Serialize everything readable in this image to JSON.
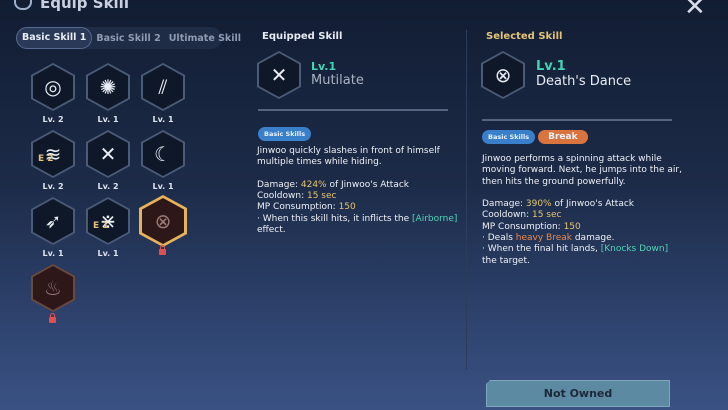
{
  "window": {
    "title": "Equip Skill",
    "close_icon": "close-icon"
  },
  "tabs": [
    {
      "label": "Basic Skill 1",
      "active": true
    },
    {
      "label": "Basic Skill 2"
    },
    {
      "label": "Ultimate Skill"
    }
  ],
  "skills": [
    {
      "icon": "swirl-icon",
      "glyph": "◎",
      "level": "Lv. 2"
    },
    {
      "icon": "burst-icon",
      "glyph": "✺",
      "level": "Lv. 1"
    },
    {
      "icon": "twin-blades-icon",
      "glyph": "⫽",
      "level": "Lv. 1"
    },
    {
      "icon": "claw-icon",
      "glyph": "≋",
      "level": "Lv. 2",
      "enhance": "E 2"
    },
    {
      "icon": "cross-slash-icon",
      "glyph": "✕",
      "level": "Lv. 2"
    },
    {
      "icon": "crescent-icon",
      "glyph": "☾",
      "level": "Lv. 1"
    },
    {
      "icon": "arrows-icon",
      "glyph": "➶",
      "level": "Lv. 1"
    },
    {
      "icon": "slashes-icon",
      "glyph": "⋇",
      "level": "Lv. 1",
      "enhance": "E 1"
    },
    {
      "icon": "spin-icon",
      "glyph": "⊗",
      "locked": true,
      "selected": true
    },
    {
      "icon": "eruption-icon",
      "glyph": "♨",
      "locked": true
    }
  ],
  "equipped": {
    "heading": "Equipped Skill",
    "level": "Lv.1",
    "name": "Mutilate",
    "badge": "Basic Skills",
    "description": "Jinwoo quickly slashes in front of himself multiple times while hiding.",
    "damage_label": "Damage: ",
    "damage_value": "424%",
    "damage_suffix": " of Jinwoo's Attack",
    "cooldown_label": "Cooldown: ",
    "cooldown_value": "15 sec",
    "mp_label": "MP Consumption: ",
    "mp_value": "150",
    "effect_pre": " · When this skill hits, it inflicts the ",
    "effect_hl": "[Airborne]",
    "effect_post": " effect."
  },
  "selected": {
    "heading": "Selected Skill",
    "level": "Lv.1",
    "name": "Death's Dance",
    "badge": "Basic Skills",
    "badge2": "Break",
    "description": "Jinwoo performs a spinning attack while moving forward. Next, he jumps into the air, then hits the ground powerfully.",
    "damage_label": "Damage: ",
    "damage_value": "390%",
    "damage_suffix": " of Jinwoo's Attack",
    "cooldown_label": "Cooldown: ",
    "cooldown_value": "15 sec",
    "mp_label": "MP Consumption: ",
    "mp_value": "150",
    "b1_pre": " · Deals ",
    "b1_hl": "heavy Break",
    "b1_post": " damage.",
    "b2_pre": " · When the final hit lands, ",
    "b2_hl": "[Knocks Down]",
    "b2_post": " the target."
  },
  "action": {
    "label": "Not Owned"
  },
  "colors": {
    "level": "#3fd6b5",
    "value": "#e8c46b",
    "keyword": "#4fd6b6",
    "break": "#d9743f",
    "badge": "#3a7fc9"
  }
}
